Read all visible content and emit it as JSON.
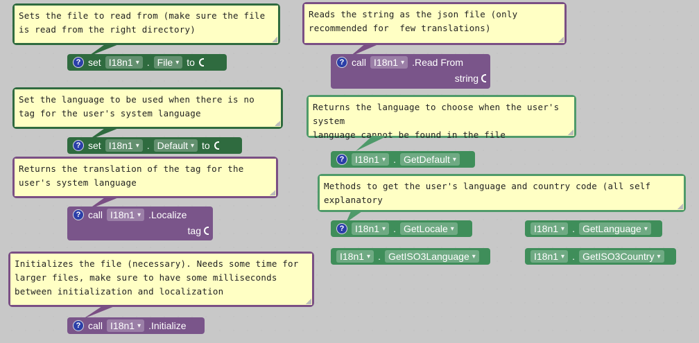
{
  "comments": {
    "file": "Sets the file to read from (make sure the file\nis read from the right directory)",
    "read": "Reads the string as the json file (only\nrecommended for  few translations)",
    "default_lang": "Set the language to be used when there is no\ntag for the user's system language",
    "get_default": "Returns the language to choose when the user's system\nlanguage cannot be found in the file",
    "localize": "Returns the translation of the tag for the\nuser's system language",
    "methods": "Methods to get the user's language and country code (all self\nexplanatory",
    "initialize": "Initializes the file (necessary). Needs some time for\nlarger files, make sure to have some milliseconds\nbetween initialization and localization"
  },
  "blocks": {
    "q": "?",
    "set": "set",
    "call": "call",
    "to": "to",
    "dot": ".",
    "component": "I18n1",
    "file_prop": "File",
    "default_prop": "Default",
    "read_from": ".Read From",
    "string_arg": "string",
    "localize": ".Localize",
    "tag_arg": "tag",
    "initialize": ".Initialize",
    "get_default": "GetDefault",
    "get_locale": "GetLocale",
    "get_language": "GetLanguage",
    "get_iso3_language": "GetISO3Language",
    "get_iso3_country": "GetISO3Country"
  },
  "colors": {
    "comment_bg": "#ffffc4",
    "green": "#2f6b3f",
    "teal": "#3f8e5a",
    "purple": "#7a558a",
    "help_icon": "#2b3fa8"
  }
}
